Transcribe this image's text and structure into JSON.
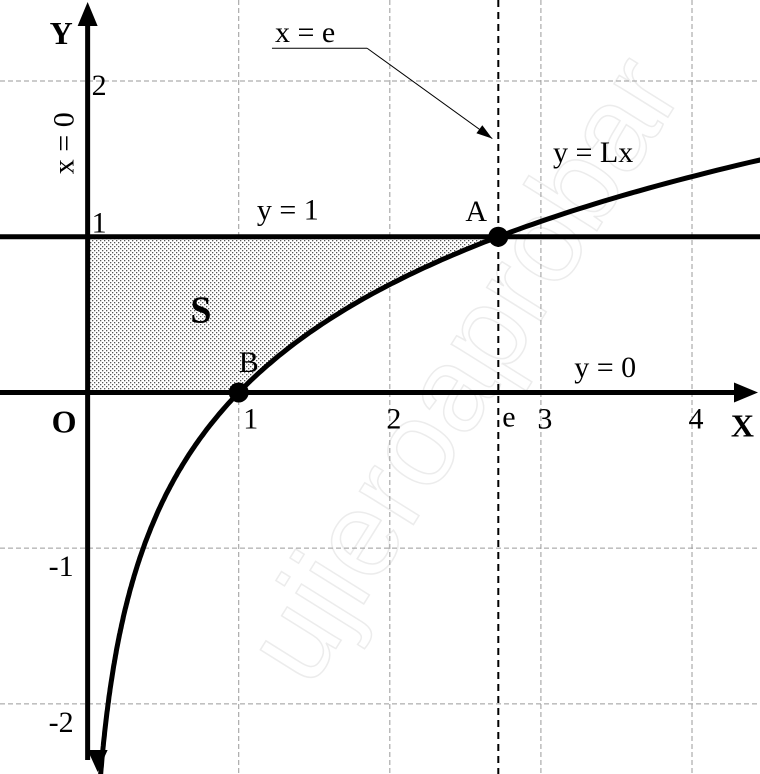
{
  "chart_data": {
    "type": "line",
    "xlim": [
      -0.58,
      4.45
    ],
    "ylim": [
      -2.45,
      2.52
    ],
    "grid": true,
    "x_ticks": [
      {
        "value": 1,
        "label": "1"
      },
      {
        "value": 2,
        "label": "2"
      },
      {
        "value": 3,
        "label": "3"
      },
      {
        "value": 4,
        "label": "4"
      }
    ],
    "y_ticks": [
      {
        "value": 2,
        "label": "2"
      },
      {
        "value": 1,
        "label": "1"
      },
      {
        "value": -1,
        "label": "-1"
      },
      {
        "value": -2,
        "label": "-2"
      }
    ],
    "origin_label": "O",
    "xlabel": "X",
    "ylabel": "Y",
    "e_label": "e",
    "curve": {
      "label": "y = Lx",
      "x_range": [
        0.085,
        4.45
      ]
    },
    "lines": [
      {
        "label": "y = 1",
        "kind": "horizontal",
        "value": 1
      },
      {
        "label": "y = 0",
        "kind": "horizontal",
        "value": 0
      },
      {
        "label": "x = 0",
        "kind": "vertical",
        "value": 0
      },
      {
        "label": "x = e",
        "kind": "vertical",
        "value": 2.718,
        "dashed": true
      }
    ],
    "points": [
      {
        "name": "A",
        "x": 2.718,
        "y": 1
      },
      {
        "name": "B",
        "x": 1,
        "y": 0
      }
    ],
    "region": {
      "label": "S",
      "bounds": "0 <= x, 0 <= y <= 1, y >= Lx"
    }
  },
  "watermark": "ujieroaprobar"
}
